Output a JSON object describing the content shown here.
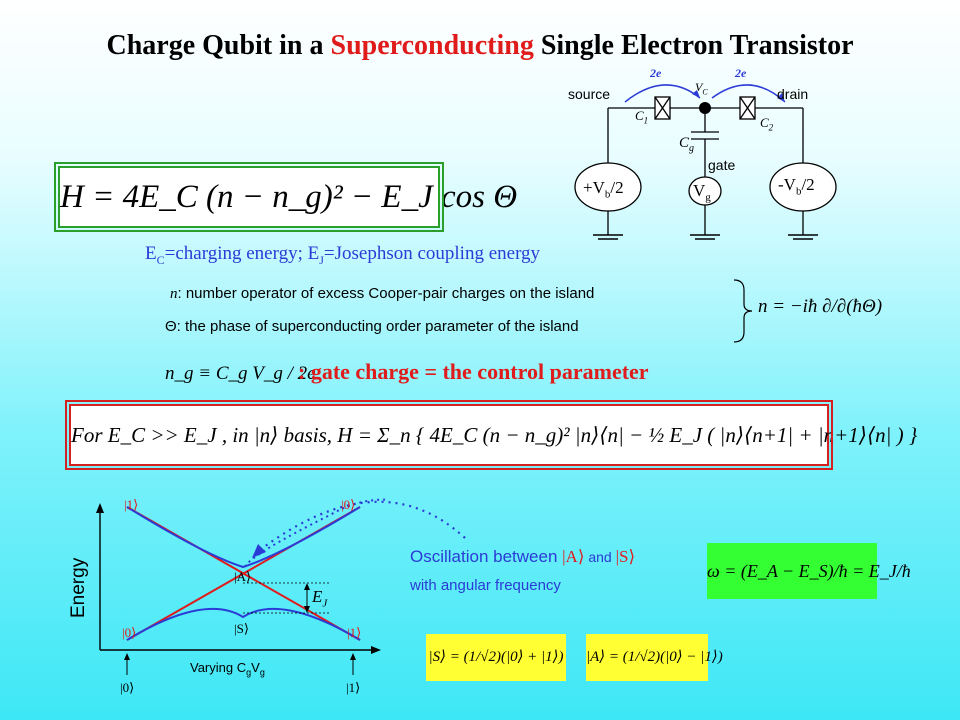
{
  "title": {
    "before": "Charge Qubit in a ",
    "highlight": "Superconducting",
    "after": " Single Electron Transistor"
  },
  "circuit": {
    "source": "source",
    "drain": "drain",
    "gate": "gate",
    "two_e_left": "2e",
    "two_e_right": "2e",
    "vc": "V",
    "vc_sub": "C",
    "c1": "C",
    "c1_sub": "1",
    "c2": "C",
    "c2_sub": "2",
    "cg": "C",
    "cg_sub": "g",
    "vb_left": "+V",
    "vb_left_sub": "b",
    "vb_left_tail": "/2",
    "vb_right": "-V",
    "vb_right_sub": "b",
    "vb_right_tail": "/2",
    "vg": "V",
    "vg_sub": "g"
  },
  "hamiltonian": "H = 4E_C (n − n_g)² − E_J cos Θ",
  "definitions": {
    "ec_line": "E_C=charging energy;  E_J=Josephson coupling energy",
    "ec_sym": "E",
    "ec_sub": "C",
    "ec_text": "=charging energy;  ",
    "ej_sym": "E",
    "ej_sub": "J",
    "ej_text": "=Josephson coupling energy",
    "n_sym": "n",
    "n_text": ": number operator of excess Cooper-pair charges on the island",
    "theta_sym": "Θ",
    "theta_text": ": the phase of superconducting order parameter of the island",
    "commutator": "n = −iħ ∂/∂(ħΘ)"
  },
  "gate_charge": {
    "formula": "n_g ≡ C_g V_g / 2e",
    "text": ": gate charge = the control parameter"
  },
  "basis_hamiltonian": "For E_C >> E_J , in |n⟩ basis, H = Σ_n { 4E_C (n − n_g)² |n⟩⟨n| − ½ E_J ( |n⟩⟨n+1| + |n+1⟩⟨n| ) }",
  "plot": {
    "ylabel": "Energy",
    "xlabel_text": "Varying C",
    "xlabel_sub1": "g",
    "xlabel_mid": "V",
    "xlabel_sub2": "g",
    "ket1_top_left": "|1⟩",
    "ket0_top_right": "|0⟩",
    "ketA": "|A⟩",
    "ketS": "|S⟩",
    "ket0_bottom_left": "|0⟩",
    "ket1_bottom_right": "|1⟩",
    "ket0_axis": "|0⟩",
    "ket1_axis": "|1⟩",
    "ej_label": "E",
    "ej_label_sub": "J",
    "colors": {
      "red": "#e01b1b",
      "blue": "#2b3bd6"
    }
  },
  "oscillation": {
    "line1": "Oscillation between ",
    "ketA": "|A⟩",
    "and": " and ",
    "ketS": "|S⟩",
    "line2": "with angular frequency",
    "omega": "ω = (E_A − E_S)/ħ = E_J/ħ"
  },
  "states": {
    "s_state": "|S⟩ = (1/√2)(|0⟩ + |1⟩)",
    "a_state": "|A⟩ = (1/√2)(|0⟩ − |1⟩)"
  }
}
